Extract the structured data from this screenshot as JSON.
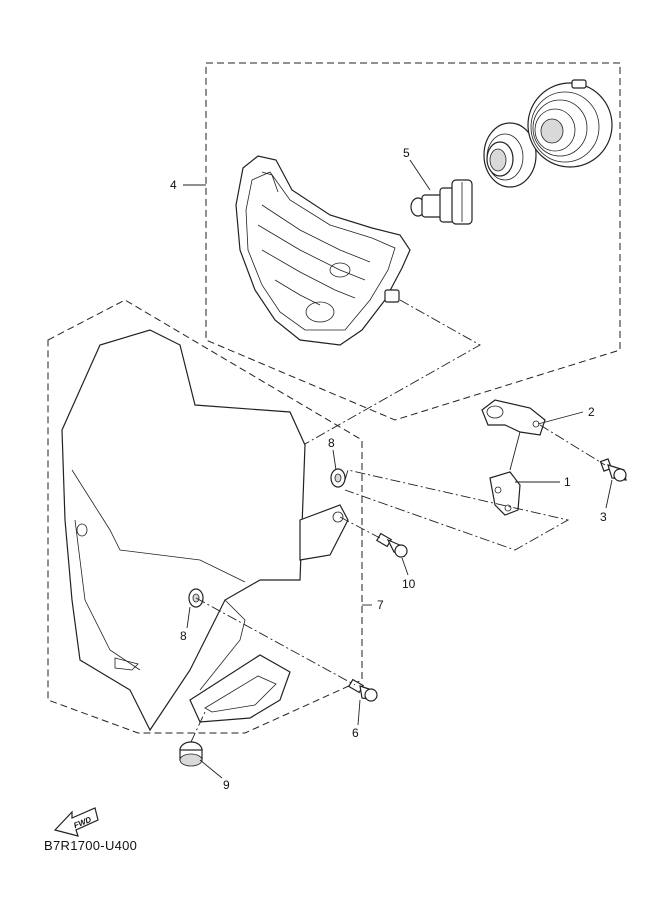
{
  "callouts": {
    "c1": "1",
    "c2": "2",
    "c3": "3",
    "c4": "4",
    "c5": "5",
    "c6": "6",
    "c7": "7",
    "c8a": "8",
    "c8b": "8",
    "c9": "9",
    "c10": "10"
  },
  "fwd_label": "FWD",
  "diagram_code": "B7R1700-U400"
}
